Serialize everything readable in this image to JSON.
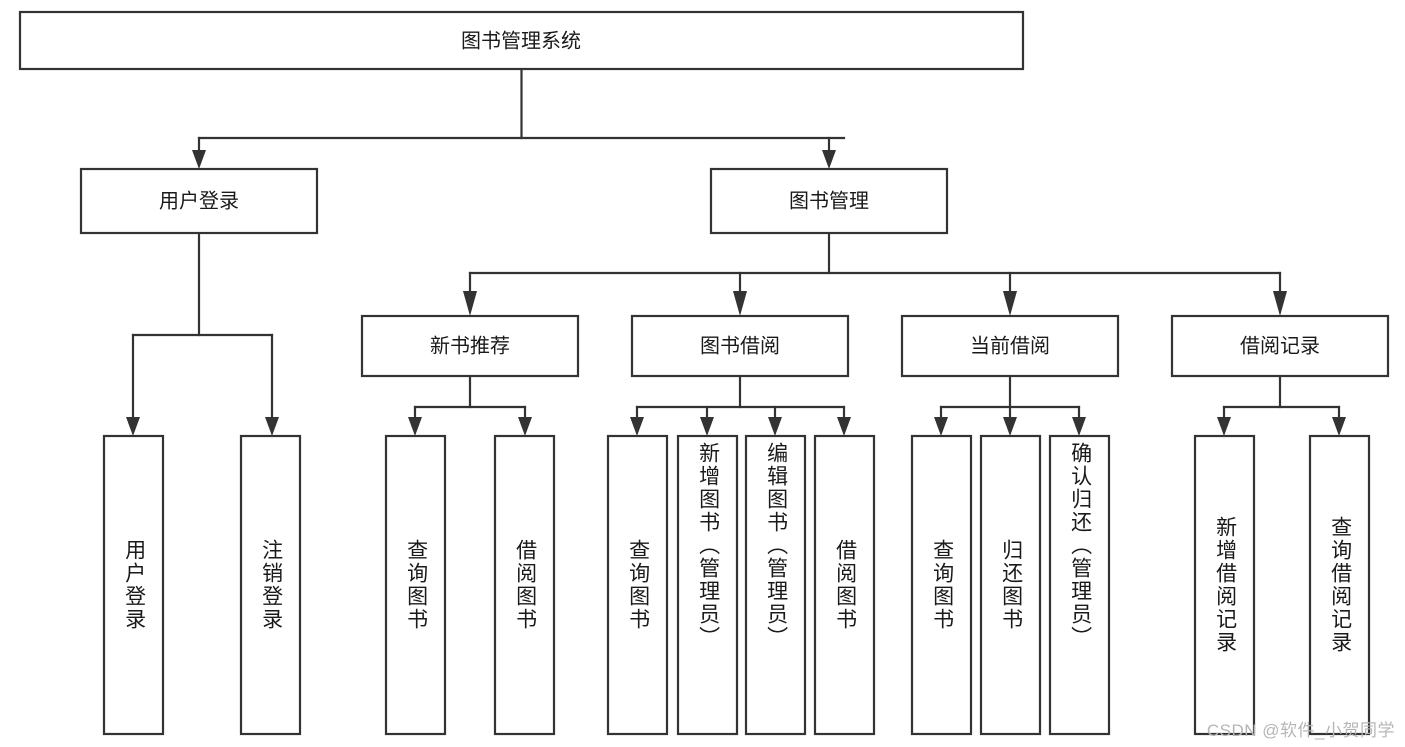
{
  "diagram": {
    "type": "tree",
    "title": "图书管理系统",
    "watermark": "CSDN @软件_小贺同学",
    "colors": {
      "box_fill": "#ffffff",
      "box_stroke": "#333333",
      "text": "#1a1a1a",
      "watermark": "#b6b6b6",
      "background": "#ffffff"
    },
    "nodes": {
      "root": {
        "label": "图书管理系统",
        "orientation": "horizontal"
      },
      "level2": [
        {
          "label": "用户登录",
          "orientation": "horizontal"
        },
        {
          "label": "图书管理",
          "orientation": "horizontal"
        }
      ],
      "level3": [
        {
          "label": "新书推荐",
          "orientation": "horizontal"
        },
        {
          "label": "图书借阅",
          "orientation": "horizontal"
        },
        {
          "label": "当前借阅",
          "orientation": "horizontal"
        },
        {
          "label": "借阅记录",
          "orientation": "horizontal"
        }
      ],
      "leaves": {
        "user_login": [
          {
            "label": "用户登录",
            "orientation": "vertical"
          },
          {
            "label": "注销登录",
            "orientation": "vertical"
          }
        ],
        "new_book_recommend": [
          {
            "label": "查询图书",
            "orientation": "vertical"
          },
          {
            "label": "借阅图书",
            "orientation": "vertical"
          }
        ],
        "book_borrow": [
          {
            "label": "查询图书",
            "orientation": "vertical"
          },
          {
            "label": "新增图书（管理员）",
            "orientation": "vertical"
          },
          {
            "label": "编辑图书（管理员）",
            "orientation": "vertical"
          },
          {
            "label": "借阅图书",
            "orientation": "vertical"
          }
        ],
        "current_borrow": [
          {
            "label": "查询图书",
            "orientation": "vertical"
          },
          {
            "label": "归还图书",
            "orientation": "vertical"
          },
          {
            "label": "确认归还（管理员）",
            "orientation": "vertical"
          }
        ],
        "borrow_record": [
          {
            "label": "新增借阅记录",
            "orientation": "vertical"
          },
          {
            "label": "查询借阅记录",
            "orientation": "vertical"
          }
        ]
      }
    },
    "edges": [
      {
        "from": "图书管理系统",
        "to": "用户登录"
      },
      {
        "from": "图书管理系统",
        "to": "图书管理"
      },
      {
        "from": "用户登录",
        "to": "用户登录"
      },
      {
        "from": "用户登录",
        "to": "注销登录"
      },
      {
        "from": "图书管理",
        "to": "新书推荐"
      },
      {
        "from": "图书管理",
        "to": "图书借阅"
      },
      {
        "from": "图书管理",
        "to": "当前借阅"
      },
      {
        "from": "图书管理",
        "to": "借阅记录"
      },
      {
        "from": "新书推荐",
        "to": "查询图书"
      },
      {
        "from": "新书推荐",
        "to": "借阅图书"
      },
      {
        "from": "图书借阅",
        "to": "查询图书"
      },
      {
        "from": "图书借阅",
        "to": "新增图书（管理员）"
      },
      {
        "from": "图书借阅",
        "to": "编辑图书（管理员）"
      },
      {
        "from": "图书借阅",
        "to": "借阅图书"
      },
      {
        "from": "当前借阅",
        "to": "查询图书"
      },
      {
        "from": "当前借阅",
        "to": "归还图书"
      },
      {
        "from": "当前借阅",
        "to": "确认归还（管理员）"
      },
      {
        "from": "借阅记录",
        "to": "新增借阅记录"
      },
      {
        "from": "借阅记录",
        "to": "查询借阅记录"
      }
    ]
  }
}
